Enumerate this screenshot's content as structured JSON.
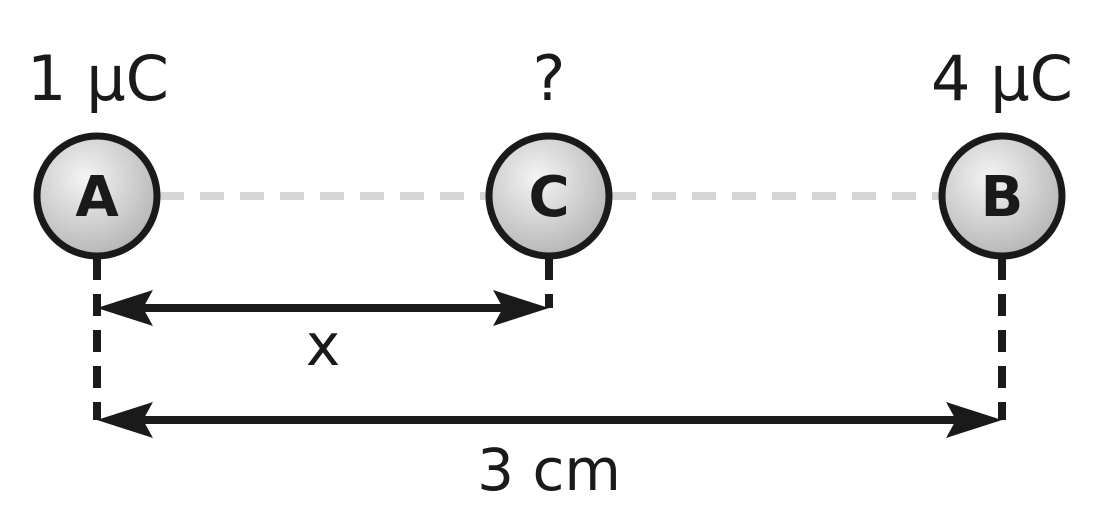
{
  "charges": {
    "a": {
      "letter": "A",
      "charge_label": "1 μC"
    },
    "c": {
      "letter": "C",
      "charge_label": "?"
    },
    "b": {
      "letter": "B",
      "charge_label": "4 μC"
    }
  },
  "dimensions": {
    "ac_label": "x",
    "ab_label": "3 cm"
  },
  "colors": {
    "stroke": "#1a1a1a",
    "node_fill_center": "#f2f2f2",
    "node_fill_edge": "#b5b5b5",
    "connector_dash": "#d6d6d6"
  }
}
